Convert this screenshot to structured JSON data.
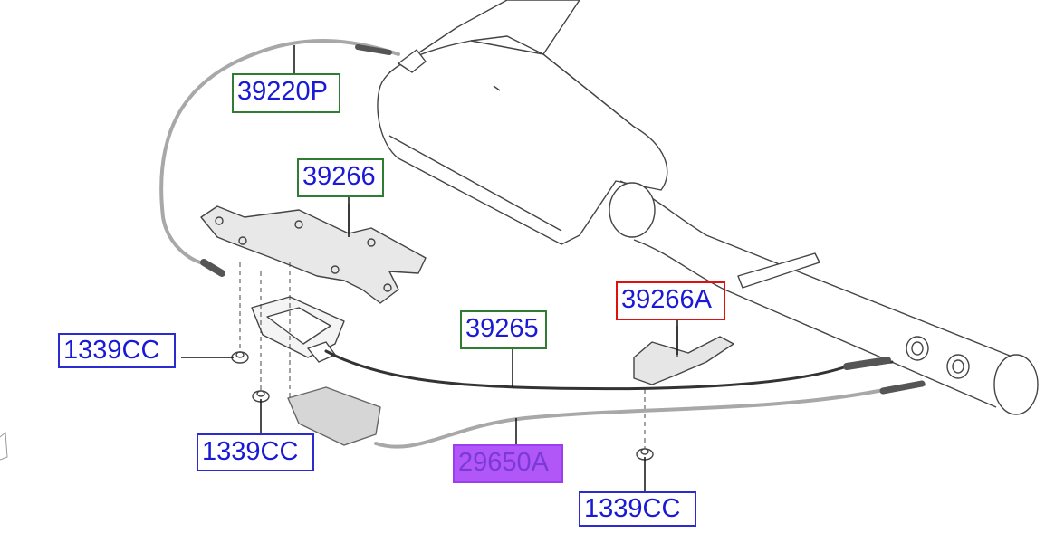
{
  "colors": {
    "label_text": "#1a1ad6",
    "box_blue": "#2b2bd0",
    "box_green": "#2e7d32",
    "box_red": "#e01010",
    "box_selected_fill": "#b157f7",
    "line_art": "#444444",
    "cable_grey": "#a8a8a8"
  },
  "callouts": {
    "c39220p": "39220P",
    "c39266": "39266",
    "c39266a": "39266A",
    "c39265": "39265",
    "c29650a": "29650A",
    "c1339cc_left": "1339CC",
    "c1339cc_mid": "1339CC",
    "c1339cc_right": "1339CC"
  }
}
